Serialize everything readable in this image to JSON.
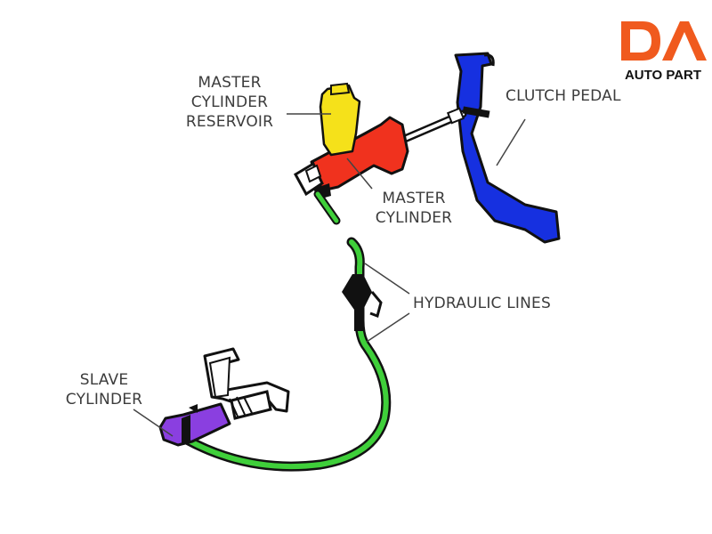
{
  "diagram": {
    "title": "Clutch Hydraulic System",
    "labels": {
      "reservoir": [
        "MASTER",
        "CYLINDER",
        "RESERVOIR"
      ],
      "master_cylinder": [
        "MASTER",
        "CYLINDER"
      ],
      "clutch_pedal": "CLUTCH PEDAL",
      "hydraulic_lines": "HYDRAULIC LINES",
      "slave_cylinder": [
        "SLAVE",
        "CYLINDER"
      ]
    },
    "colors": {
      "reservoir": "#f5e11a",
      "master_cylinder": "#f0321e",
      "clutch_pedal": "#1630e0",
      "hydraulic_line": "#3fcf3a",
      "slave_cylinder": "#8a3fe0",
      "outline": "#111111",
      "label_text": "#3c3c3c",
      "leader_line": "#444444"
    }
  },
  "logo": {
    "mark": "DA",
    "text": "AUTO PART",
    "color": "#f05a1e"
  }
}
